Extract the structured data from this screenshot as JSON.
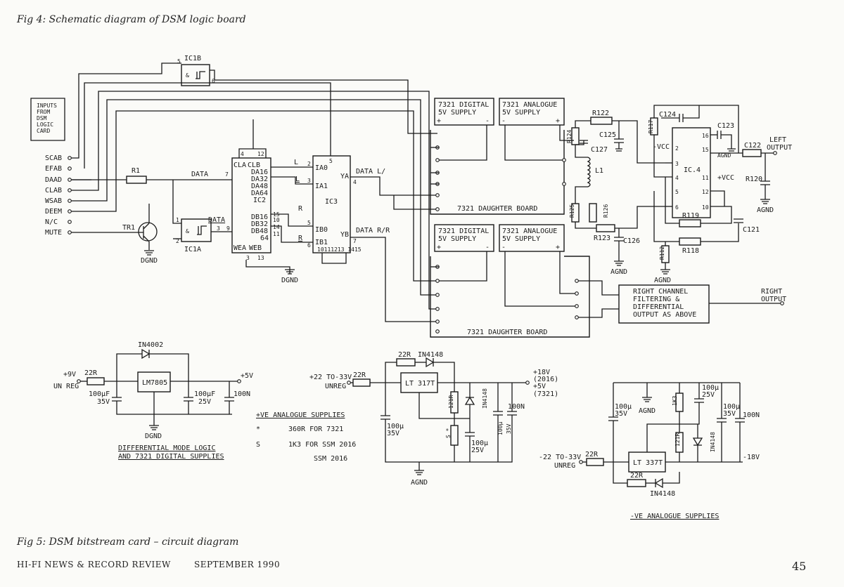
{
  "figure_captions": {
    "fig4": "Fig 4: Schematic diagram of DSM logic board",
    "fig5": "Fig 5: DSM bitstream card – circuit diagram"
  },
  "footer": {
    "publication": "HI-FI NEWS & RECORD REVIEW",
    "issue_date": "SEPTEMBER 1990",
    "page_number": "45"
  },
  "logic_board": {
    "inputs_label": [
      "INPUTS",
      "FROM",
      "DSM",
      "LOGIC",
      "CARD"
    ],
    "input_pins": [
      "SCAB",
      "EFAB",
      "DAAD",
      "CLAB",
      "WSAB",
      "DEEM",
      "N/C",
      "MUTE"
    ],
    "ic1b": "IC1B",
    "ic1a": "IC1A",
    "ic2": {
      "name": "IC2",
      "pins": [
        "CLA",
        "CLB",
        "DA16",
        "DA32",
        "DA48",
        "DA64",
        "DB16",
        "DB32",
        "DB48",
        "64",
        "WEA",
        "WEB"
      ]
    },
    "ic3": {
      "name": "IC3",
      "pins": [
        "IA0",
        "IA1",
        "IB0",
        "IB1",
        "YA",
        "YB"
      ]
    },
    "signals": {
      "data": "DATA",
      "data_bar": "DATA",
      "data_l": "DATA L/",
      "data_r": "DATA R/R",
      "l": "L",
      "l_bar": "L",
      "r": "R",
      "r_bar": "R"
    },
    "parts": {
      "r1": "R1",
      "tr1": "TR1",
      "dgnd": "DGND"
    },
    "pin_numbers": [
      "5",
      "6",
      "4",
      "12",
      "1",
      "2",
      "3",
      "7",
      "9",
      "13",
      "15",
      "14",
      "10",
      "11",
      "64",
      "1",
      "2",
      "3",
      "5",
      "6",
      "4",
      "7",
      "10",
      "11",
      "12",
      "13",
      "14",
      "15"
    ]
  },
  "output_stage": {
    "digital_supply": [
      "7321 DIGITAL",
      "5V SUPPLY"
    ],
    "analogue_supply": [
      "7321 ANALOGUE",
      "5V SUPPLY"
    ],
    "daughter_board": "7321 DAUGHTER BOARD",
    "ic4": "IC.4",
    "components": [
      "R122",
      "R124",
      "C125",
      "C127",
      "L1",
      "R125",
      "R126",
      "R123",
      "C126",
      "C124",
      "C123",
      "R120",
      "R117",
      "C122",
      "R119",
      "R118",
      "C121",
      "R112"
    ],
    "ic4_pins": [
      "2",
      "3",
      "4",
      "5",
      "6",
      "16",
      "15",
      "11",
      "12",
      "10"
    ],
    "ic4_labels": [
      "-VCC",
      "+VCC"
    ],
    "grounds": [
      "AGND",
      "AGND",
      "AGND",
      "AGND"
    ],
    "left_output": [
      "LEFT",
      "OUTPUT"
    ],
    "right_output": [
      "RIGHT",
      "OUTPUT"
    ],
    "right_channel_box": [
      "RIGHT CHANNEL",
      "FILTERING &",
      "DIFFERENTIAL",
      "OUTPUT AS ABOVE"
    ]
  },
  "digital_supply_circuit": {
    "input": [
      "+9V",
      "UN REG"
    ],
    "resistor": "22R",
    "diode": "IN4002",
    "regulator": "LM7805",
    "cap_in": [
      "100µF",
      "35V"
    ],
    "cap_out": [
      "100µF",
      "25V"
    ],
    "cap_n": "100N",
    "output": "+5V",
    "ground": "DGND",
    "caption": [
      "DIFFERENTIAL MODE LOGIC",
      "AND 7321 DIGITAL SUPPLIES"
    ]
  },
  "positive_supply_notes": {
    "title": "+VE ANALOGUE SUPPLIES",
    "rows": [
      {
        "mark": "*",
        "text": "360R FOR 7321"
      },
      {
        "mark": "S",
        "text": "1K3 FOR SSM 2016"
      },
      {
        "mark": "",
        "text": "SSM 2016"
      }
    ]
  },
  "positive_supply_circuit": {
    "input": [
      "+22 TO-33V",
      "UNREG"
    ],
    "resistor_in": "22R",
    "resistor_fb": "22R",
    "diode_fb": "IN4148",
    "regulator": "LT 317T",
    "r_adj": "121R",
    "diode": "IN4148",
    "r_star": "S *",
    "cap_in": [
      "100µ",
      "35V"
    ],
    "cap_adj": [
      "100µ",
      "25V"
    ],
    "cap_out": [
      "100µ",
      "35V"
    ],
    "cap_n": "100N",
    "output": [
      "+18V",
      "(2016)",
      "+5V",
      "(7321)"
    ],
    "ground": "AGND"
  },
  "negative_supply_circuit": {
    "input": [
      "-22 TO-33V",
      "UNREG"
    ],
    "resistor_in": "22R",
    "resistor_fb": "22R",
    "diode_fb": "IN4148",
    "regulator": "LT 337T",
    "r_top": "1K3",
    "r_adj": "121R",
    "diode": "IN4148",
    "cap_in": [
      "100µ",
      "35V"
    ],
    "cap_adj": [
      "100µ",
      "25V"
    ],
    "cap_out": [
      "100µ",
      "35V"
    ],
    "cap_n": "100N",
    "output": "-18V",
    "ground": "AGND",
    "caption": "-VE ANALOGUE SUPPLIES"
  }
}
